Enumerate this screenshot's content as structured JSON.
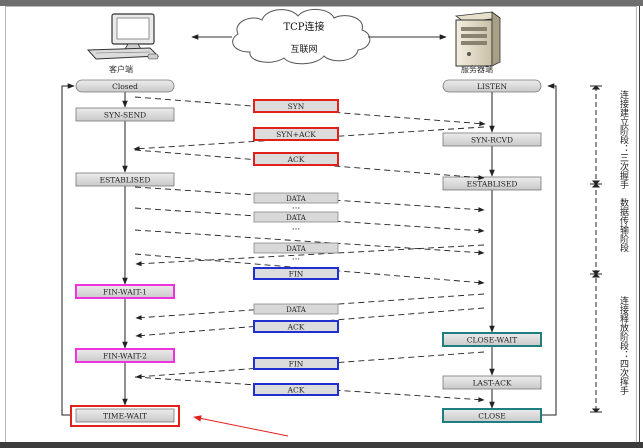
{
  "network": {
    "title": "TCP连接",
    "subtitle": "互联网"
  },
  "client": {
    "label": "客户端"
  },
  "server": {
    "label": "服务器端"
  },
  "client_states": {
    "closed": "Closed",
    "syn_send": "SYN-SEND",
    "established": "ESTABLISED",
    "fin_wait_1": "FIN-WAIT-1",
    "fin_wait_2": "FIN-WAIT-2",
    "time_wait": "TIME-WAIT"
  },
  "server_states": {
    "listen": "LISTEN",
    "syn_rcvd": "SYN-RCVD",
    "established": "ESTABLISED",
    "close_wait": "CLOSE-WAIT",
    "last_ack": "LAST-ACK",
    "close": "CLOSE"
  },
  "packets": {
    "syn": "SYN",
    "syn_ack": "SYN+ACK",
    "ack1": "ACK",
    "data1": "DATA",
    "data2": "DATA",
    "data3": "DATA",
    "fin1": "FIN",
    "data4": "DATA",
    "ack2": "ACK",
    "fin2": "FIN",
    "ack3": "ACK",
    "dots": "···"
  },
  "phases": {
    "handshake": "连接建立阶段：三次握手",
    "transfer": "数据传输阶段",
    "release": "连接释放阶段：四次挥手"
  },
  "colors": {
    "red": "#e0201a",
    "pink": "#ee33dd",
    "blue": "#1f2fd0",
    "teal": "#1f7f80",
    "state_fill": "#d8d8d8"
  }
}
